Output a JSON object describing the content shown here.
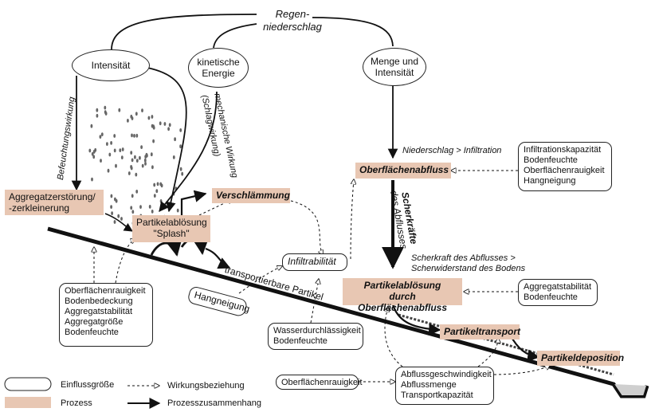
{
  "nodes": {
    "regen": "Regen-\nniederschlag",
    "intensitaet": "Intensität",
    "kinetische_energie": "kinetische\nEnergie",
    "menge_intensitaet": "Menge und\nIntensität",
    "aggregatzerstoerung": "Aggregatzerstörung/\n-zerkleinerung",
    "partikelabloesung_splash": "Partikelablösung\n\"Splash\"",
    "verschlaemmung": "Verschlämmung",
    "oberflaechenabfluss": "Oberflächenabfluss",
    "infiltrabilitaet": "Infiltrabilität",
    "partikelabloesung_abfluss": "Partikelablösung\ndurch Oberflächenabfluss",
    "partikeltransport": "Partikeltransport",
    "partikeldeposition": "Partikeldeposition",
    "hangneigung": "Hangneigung"
  },
  "factor_boxes": {
    "infiltration_factors": "Infiltrationskapazität\nBodenfeuchte\nOberflächenrauigkeit\nHangneigung",
    "splash_factors": "Oberflächenrauigkeit\nBodenbedeckung\nAggregatstabilität\nAggregatgröße\nBodenfeuchte",
    "infiltrability_factors": "Wasserdurchlässigkeit\nBodenfeuchte",
    "detachment_factors": "Aggregatstabilität\nBodenfeuchte",
    "roughness": "Oberflächenrauigkeit",
    "flow_factors": "Abflussgeschwindigkeit\nAbflussmenge\nTransportkapazität"
  },
  "labels": {
    "befeuchtungswirkung": "Befeuchtungswirkung",
    "mechanische_wirkung": "mechanische Wirkung",
    "schlagwirkung": "(Schlagwirkung)",
    "niederschlag_infiltration": "Niederschlag > Infiltration",
    "scherkraefte_1": "Scherkräfte",
    "scherkraefte_2": "des Abflusses",
    "scherkraft_vergleich": "Scherkraft des Abflusses >\nScherwiderstand des Bodens",
    "transportierbare_partikel": "transportierbare Partikel"
  },
  "legend": {
    "einflussgroesse": "Einflussgröße",
    "prozess": "Prozess",
    "wirkungsbeziehung": "Wirkungsbeziehung",
    "prozesszusammenhang": "Prozesszusammenhang"
  },
  "colors": {
    "process_fill": "#e8c7b3",
    "line": "#111111"
  }
}
